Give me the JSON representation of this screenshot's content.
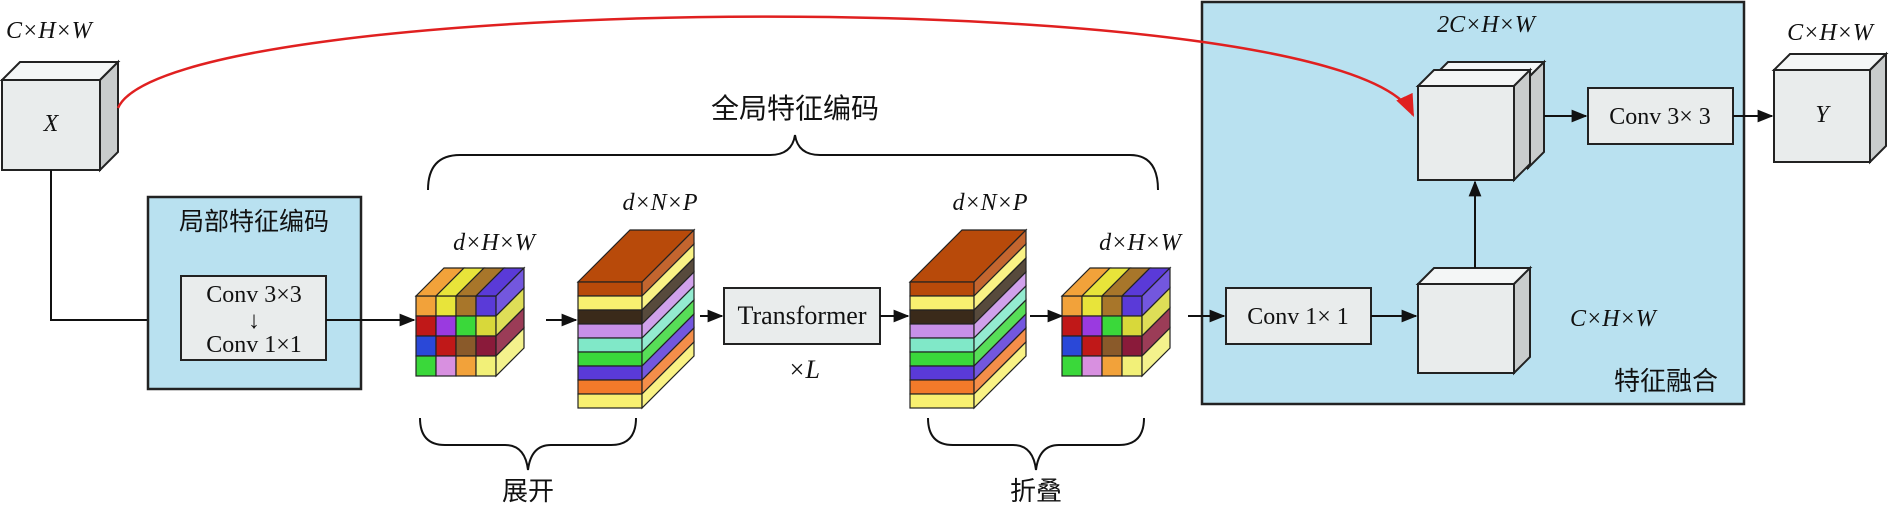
{
  "input": {
    "dim_label": "C×H×W",
    "name": "X"
  },
  "output": {
    "dim_label": "C×H×W",
    "name": "Y"
  },
  "local_encoding": {
    "title": "局部特征编码",
    "conv1": "Conv 3×3",
    "conv2": "Conv 1×1",
    "arrow": "↓"
  },
  "global_encoding": {
    "title": "全局特征编码"
  },
  "unfold": {
    "dim_in": "d×H×W",
    "dim_out": "d×N×P",
    "label": "展开"
  },
  "transformer": {
    "label": "Transformer",
    "repeat": "×L"
  },
  "fold": {
    "dim_in": "d×N×P",
    "dim_out": "d×H×W",
    "label": "折叠"
  },
  "fusion": {
    "title": "特征融合",
    "conv1x1": "Conv 1× 1",
    "conv3x3": "Conv 3× 3",
    "concat_dim": "2C×H×W",
    "mid_dim": "C×H×W"
  },
  "colors": {
    "panel_blue": "#b9e1f0",
    "skip_arrow": "#e02020",
    "grid_cube": [
      "#f2a23a",
      "#e8e43a",
      "#a8762a",
      "#5a3ad8",
      "#c01818",
      "#9a3ae0",
      "#3ad83a",
      "#d8d83a",
      "#2a48d8",
      "#c01818",
      "#8a5a2a",
      "#8a1a3a",
      "#3ad83a",
      "#d890e0",
      "#f2a23a",
      "#f2f078"
    ],
    "stack_layers": [
      "#f8f070",
      "#f27a2a",
      "#5a3ad8",
      "#3ad83a",
      "#80e8c8",
      "#c890e8",
      "#3a2a1a",
      "#f8f070",
      "#b84a0a"
    ]
  }
}
